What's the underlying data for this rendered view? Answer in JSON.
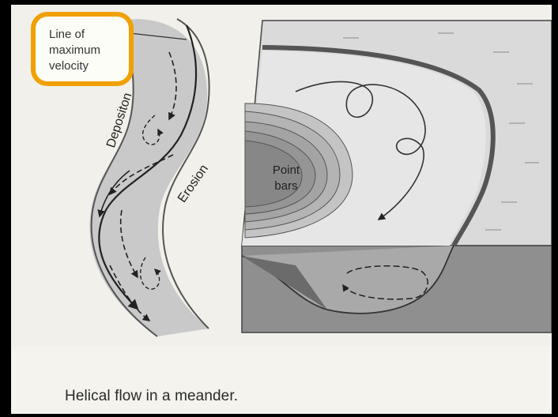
{
  "callout": {
    "line1": "Line of",
    "line2": "maximum",
    "line3": "velocity"
  },
  "labels": {
    "deposition": "Depositon",
    "erosion": "Erosion",
    "point_bars_line1": "Point",
    "point_bars_line2": "bars"
  },
  "caption": "Helical flow in a meander.",
  "colors": {
    "highlight": "#f0a000",
    "river": "#c9c9c9",
    "bank_dark": "#707070",
    "block_top": "#dadada",
    "block_side": "#8f8f8f",
    "block_edge": "#b7b7b7"
  }
}
